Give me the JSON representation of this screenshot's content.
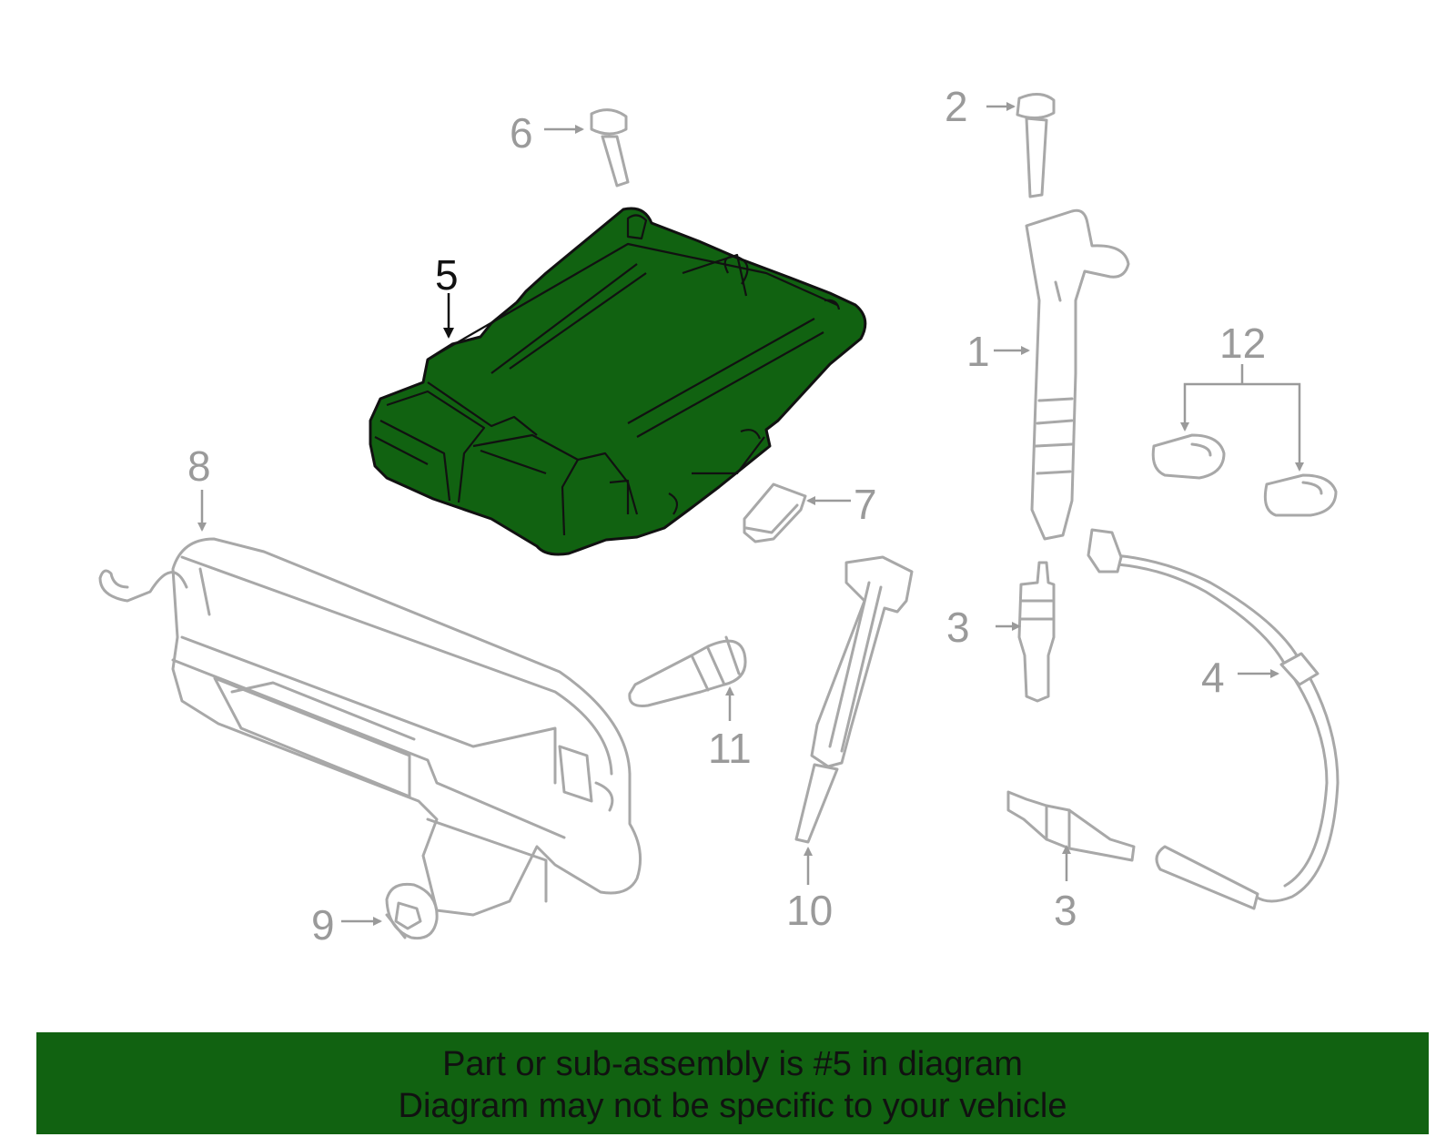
{
  "highlight_color": "#116211",
  "highlighted_part": "5",
  "callouts": {
    "c1": "1",
    "c2": "2",
    "c3a": "3",
    "c3b": "3",
    "c4": "4",
    "c5": "5",
    "c6": "6",
    "c7": "7",
    "c8": "8",
    "c9": "9",
    "c10": "10",
    "c11": "11",
    "c12": "12"
  },
  "footer": {
    "line1": "Part or sub-assembly is #5 in diagram",
    "line2": "Diagram may not be specific to your vehicle"
  }
}
